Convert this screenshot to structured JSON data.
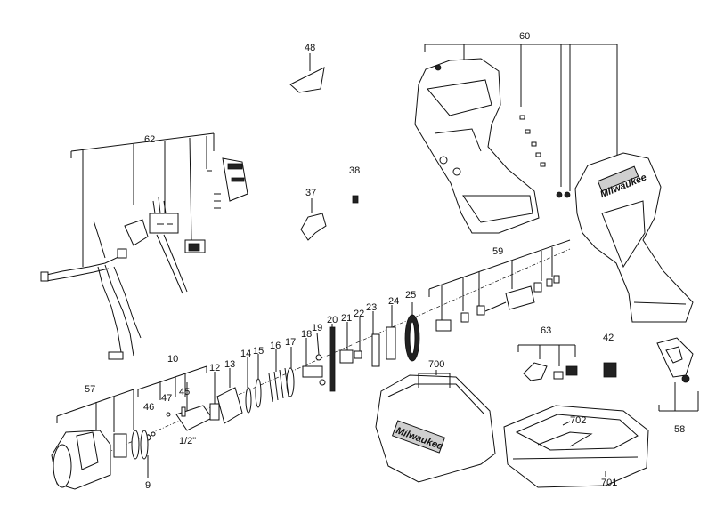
{
  "callouts": [
    {
      "id": "48",
      "text": "48"
    },
    {
      "id": "60",
      "text": "60"
    },
    {
      "id": "62",
      "text": "62"
    },
    {
      "id": "38",
      "text": "38"
    },
    {
      "id": "37",
      "text": "37"
    },
    {
      "id": "59",
      "text": "59"
    },
    {
      "id": "24",
      "text": "24"
    },
    {
      "id": "25",
      "text": "25"
    },
    {
      "id": "23",
      "text": "23"
    },
    {
      "id": "22",
      "text": "22"
    },
    {
      "id": "21",
      "text": "21"
    },
    {
      "id": "20",
      "text": "20"
    },
    {
      "id": "19",
      "text": "19"
    },
    {
      "id": "18",
      "text": "18"
    },
    {
      "id": "17",
      "text": "17"
    },
    {
      "id": "16",
      "text": "16"
    },
    {
      "id": "15",
      "text": "15"
    },
    {
      "id": "14",
      "text": "14"
    },
    {
      "id": "13",
      "text": "13"
    },
    {
      "id": "12",
      "text": "12"
    },
    {
      "id": "10",
      "text": "10"
    },
    {
      "id": "57",
      "text": "57"
    },
    {
      "id": "47",
      "text": "47"
    },
    {
      "id": "45",
      "text": "45"
    },
    {
      "id": "46",
      "text": "46"
    },
    {
      "id": "9",
      "text": "9"
    },
    {
      "id": "700",
      "text": "700"
    },
    {
      "id": "63",
      "text": "63"
    },
    {
      "id": "42",
      "text": "42"
    },
    {
      "id": "702",
      "text": "702"
    },
    {
      "id": "701",
      "text": "701"
    },
    {
      "id": "58",
      "text": "58"
    },
    {
      "id": "anvil",
      "text": "1/2\""
    }
  ],
  "brand": {
    "case_logo": "Milwaukee",
    "housing_logo": "Milwaukee"
  }
}
